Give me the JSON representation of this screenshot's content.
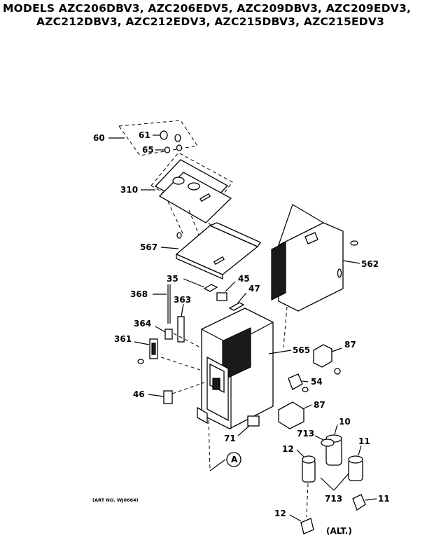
{
  "title": {
    "line1": "MODELS AZC206DBV3, AZC206EDV5, AZC209DBV3, AZC209EDV3,",
    "line2": "AZC212DBV3, AZC212EDV3, AZC215DBV3, AZC215EDV3"
  },
  "callouts": {
    "c60": "60",
    "c61": "61",
    "c65": "65",
    "c310": "310",
    "c567": "567",
    "c35": "35",
    "c45": "45",
    "c47": "47",
    "c368": "368",
    "c363": "363",
    "c364": "364",
    "c361": "361",
    "c562": "562",
    "c565": "565",
    "c87a": "87",
    "c54": "54",
    "c87b": "87",
    "c46": "46",
    "c71": "71",
    "c713a": "713",
    "c10": "10",
    "c12a": "12",
    "c11a": "11",
    "c713b": "713",
    "c12b": "12",
    "c11b": "11",
    "marker_a": "A",
    "alt": "(ALT.)",
    "art_no": "(ART NO. WJ0664)"
  }
}
